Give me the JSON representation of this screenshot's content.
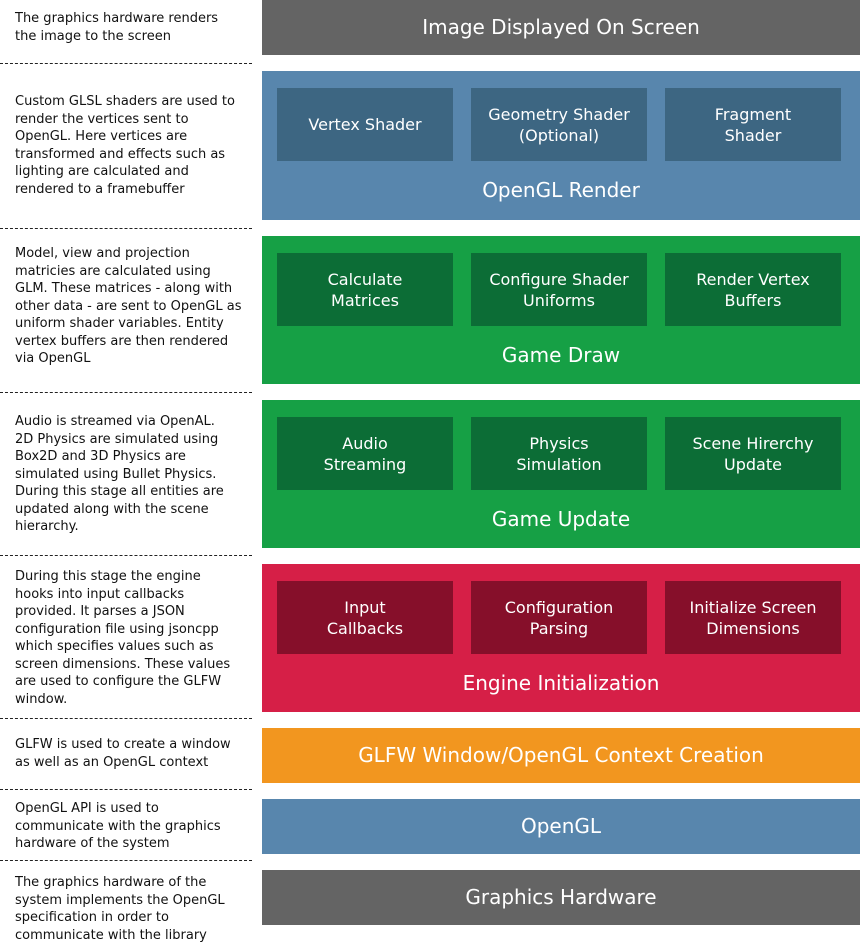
{
  "colors": {
    "gray": "#646464",
    "blue": "#5886ad",
    "green": "#16a045",
    "red": "#d61f47",
    "orange": "#f2961f",
    "blue_inner": "#3d6682",
    "green_inner": "#0c6d36",
    "red_inner": "#860f2a"
  },
  "rows": [
    {
      "description": "The graphics hardware renders\nthe image to the screen",
      "title": "Image Displayed On Screen"
    },
    {
      "description": "Custom GLSL shaders are used to\nrender the vertices sent to\nOpenGL. Here vertices are\ntransformed and effects such as\nlighting are calculated and\nrendered to a framebuffer",
      "title": "OpenGL Render",
      "boxes": [
        "Vertex Shader",
        "Geometry Shader\n(Optional)",
        "Fragment\nShader"
      ]
    },
    {
      "description": "Model, view and projection\nmatricies are calculated using\nGLM. These matrices - along with\nother data - are sent to OpenGL as\nuniform shader variables. Entity\nvertex buffers are then rendered\nvia OpenGL",
      "title": "Game Draw",
      "boxes": [
        "Calculate\nMatrices",
        "Configure Shader\nUniforms",
        "Render Vertex\nBuffers"
      ]
    },
    {
      "description": "Audio is streamed via OpenAL.\n2D Physics are simulated using\nBox2D and 3D Physics are\nsimulated using Bullet Physics.\nDuring this stage all entities are\nupdated along with the scene\nhierarchy.",
      "title": "Game Update",
      "boxes": [
        "Audio\nStreaming",
        "Physics\nSimulation",
        "Scene Hirerchy\nUpdate"
      ]
    },
    {
      "description": "During this stage the engine\nhooks into input callbacks\nprovided. It parses a JSON\nconfiguration file using jsoncpp\nwhich specifies values such as\nscreen dimensions. These values\nare used to configure the GLFW\nwindow.",
      "title": "Engine Initialization",
      "boxes": [
        "Input\nCallbacks",
        "Configuration\nParsing",
        "Initialize Screen\nDimensions"
      ]
    },
    {
      "description": "GLFW is used to create a window\nas well as an OpenGL context",
      "title": "GLFW Window/OpenGL Context Creation"
    },
    {
      "description": "OpenGL API is used to\ncommunicate with the graphics\nhardware of the system",
      "title": "OpenGL"
    },
    {
      "description": "The graphics hardware of the\nsystem implements the OpenGL\nspecification in order to\ncommunicate with the library",
      "title": "Graphics Hardware"
    }
  ]
}
